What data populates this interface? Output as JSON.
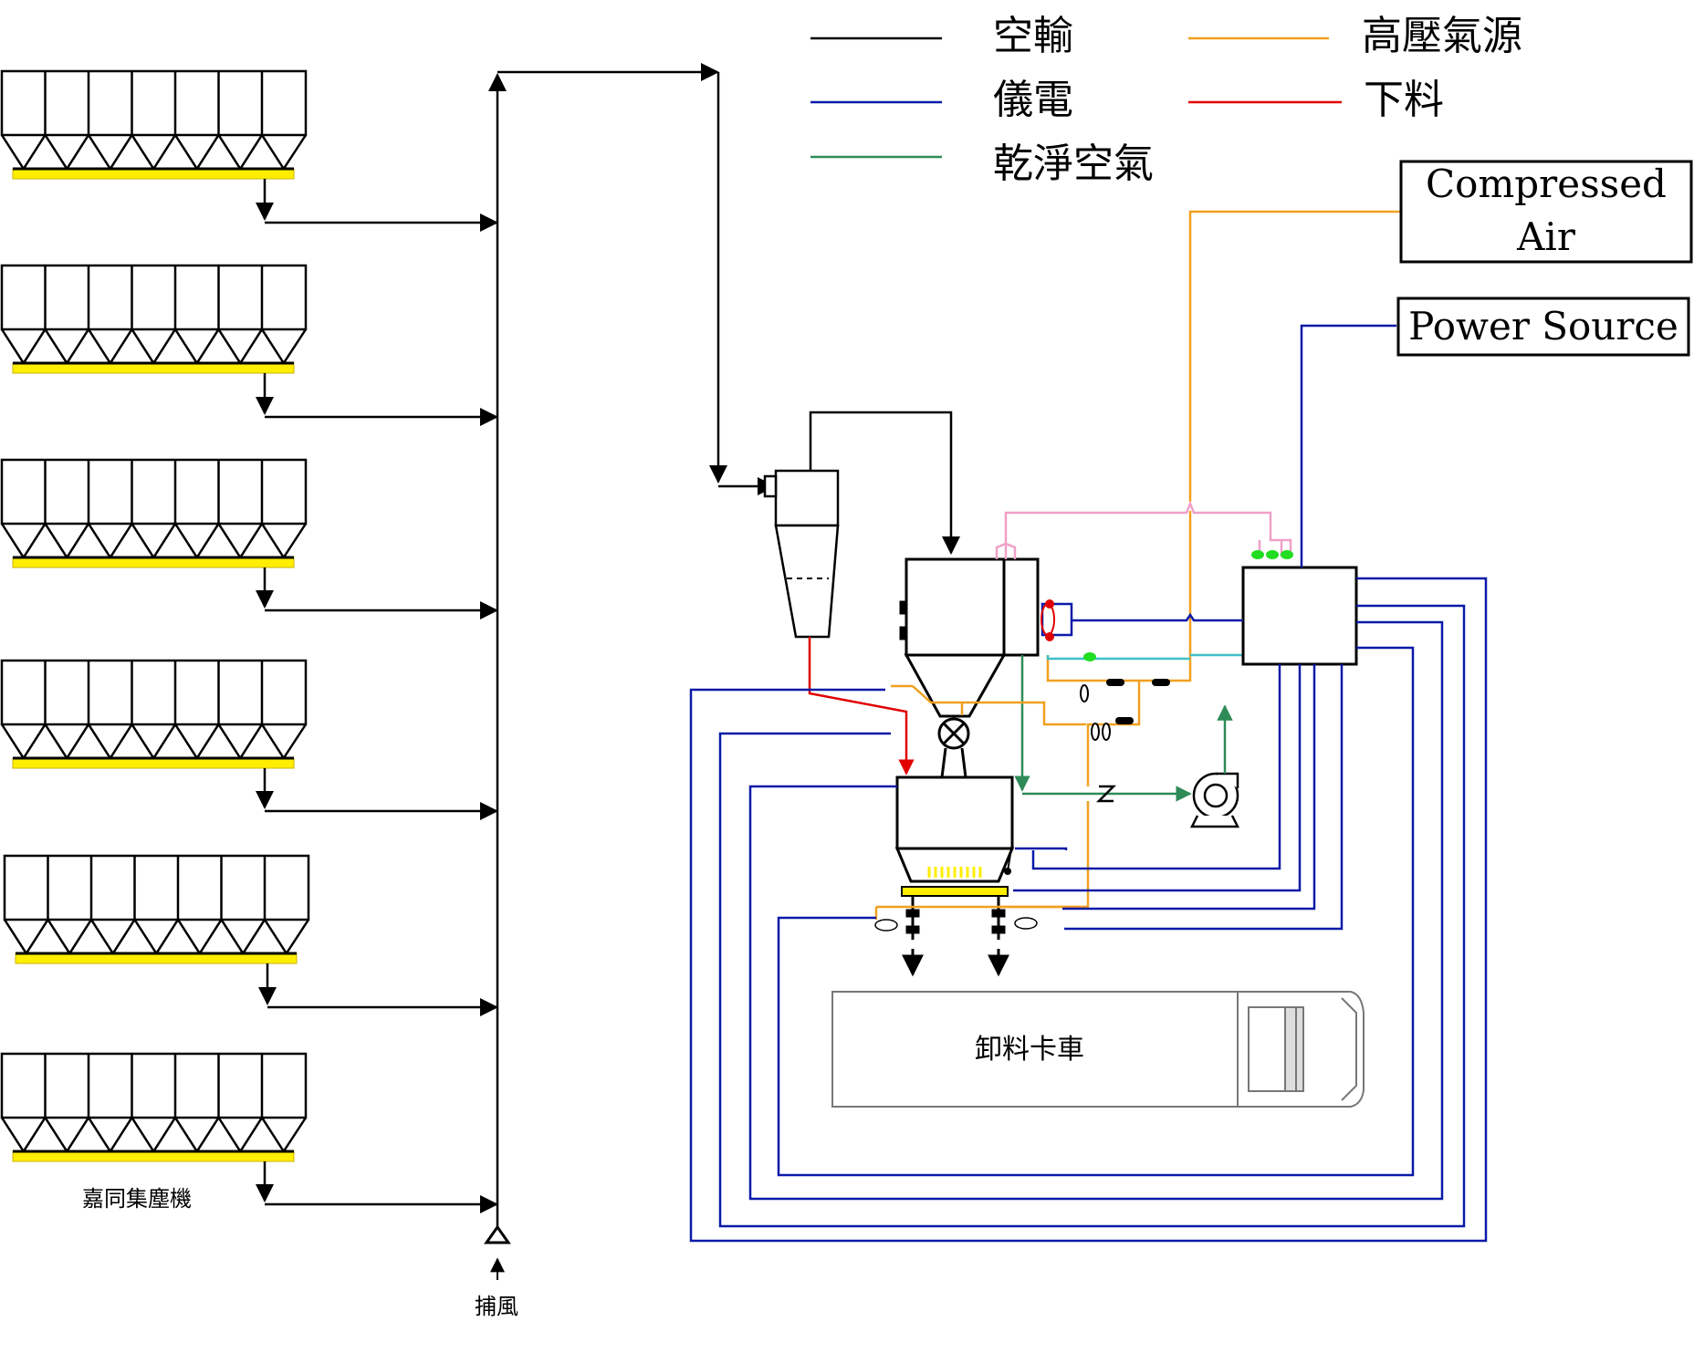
{
  "legend": {
    "items": [
      {
        "label": "空輸",
        "color": "#000000"
      },
      {
        "label": "儀電",
        "color": "#0a1aa8"
      },
      {
        "label": "乾淨空氣",
        "color": "#2e8b57"
      },
      {
        "label": "高壓氣源",
        "color": "#f0a020"
      },
      {
        "label": "下料",
        "color": "#e00000"
      }
    ]
  },
  "boxes": {
    "compressed_air_line1": "Compressed",
    "compressed_air_line2": "Air",
    "power_source": "Power Source"
  },
  "labels": {
    "dust_collector": "嘉同集塵機",
    "air_intake": "捕風",
    "unloading_truck": "卸料卡車"
  },
  "colors": {
    "conveying": "#000000",
    "instrument": "#0a1aa8",
    "clean_air": "#2e8b57",
    "high_pressure": "#f0a020",
    "discharge": "#e00000",
    "hopper_belt": "#ffee00",
    "signal": "#f0a0c8",
    "cyan_line": "#40c0c8",
    "green_dot": "#22dd22"
  },
  "icons": {
    "collectors": "dust-collector-icon",
    "cyclone": "cyclone-separator-icon",
    "rotary_valve": "rotary-valve-icon",
    "blower": "blower-icon",
    "truck": "truck-icon"
  }
}
